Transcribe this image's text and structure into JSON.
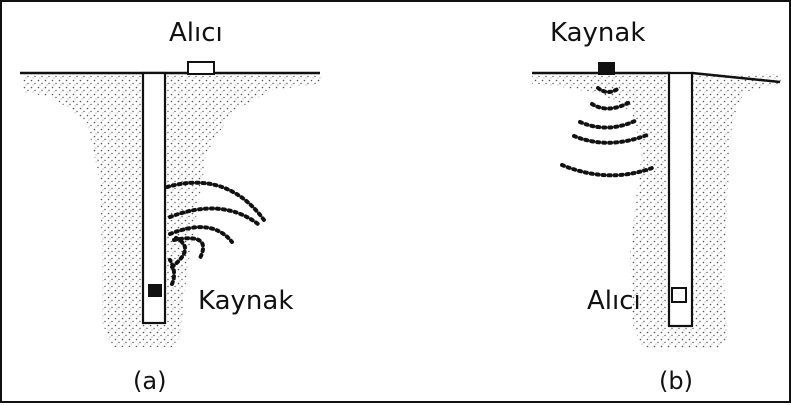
{
  "panel_a": {
    "receiver_label": "Alıcı",
    "source_label": "Kaynak",
    "caption": "(a)"
  },
  "panel_b": {
    "source_label": "Kaynak",
    "receiver_label": "Alıcı",
    "caption": "(b)"
  },
  "colors": {
    "ink": "#111111",
    "background": "#ffffff",
    "speckle": "#555555"
  }
}
